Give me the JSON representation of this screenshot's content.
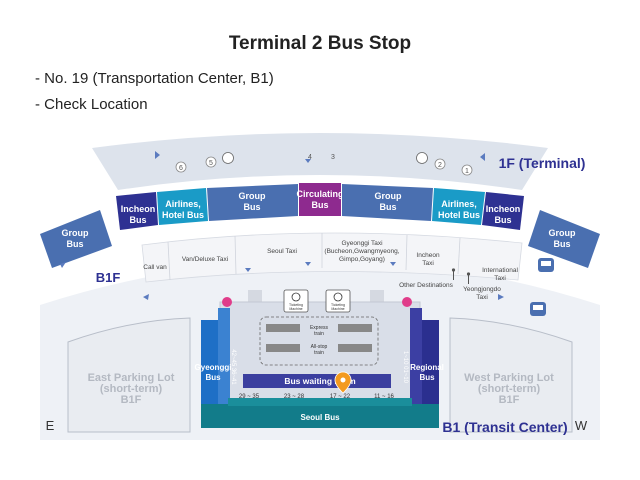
{
  "title": "Terminal 2 Bus Stop",
  "location_lines": [
    "- No. 19 (Transportation Center, B1)",
    "- Check Location"
  ],
  "floors": {
    "f1": "1F (Terminal)",
    "b1f": "B1F",
    "b1": "B1 (Transit Center)"
  },
  "compass": {
    "east": "E",
    "west": "W"
  },
  "gate_numbers": [
    "6",
    "5",
    "4",
    "3",
    "2",
    "1"
  ],
  "upper_zones": [
    {
      "id": "incheon-left",
      "line1": "Incheon",
      "line2": "Bus"
    },
    {
      "id": "airlines-left",
      "line1": "Airlines,",
      "line2": "Hotel Bus"
    },
    {
      "id": "group-left",
      "line1": "Group",
      "line2": "Bus"
    },
    {
      "id": "circulating",
      "line1": "Circulating",
      "line2": "Bus"
    },
    {
      "id": "group-right",
      "line1": "Group",
      "line2": "Bus"
    },
    {
      "id": "airlines-right",
      "line1": "Airlines,",
      "line2": "Hotel Bus"
    },
    {
      "id": "incheon-right",
      "line1": "Incheon",
      "line2": "Bus"
    }
  ],
  "side_group_bus": {
    "line1": "Group",
    "line2": "Bus"
  },
  "taxi": {
    "call_van": "Call van",
    "van_deluxe": "Van/Deluxe Taxi",
    "seoul": "Seoul Taxi",
    "gyeonggi_line1": "Gyeonggi Taxi",
    "gyeonggi_line2": "(Bucheon,Gwangmyeong,",
    "gyeonggi_line3": "Gimpo,Goyang)",
    "incheon_line1": "Incheon",
    "incheon_line2": "Taxi",
    "international_line1": "International",
    "international_line2": "Taxi",
    "other_destinations": "Other Destinations",
    "yeongjongdo_line1": "Yeongjongdo",
    "yeongjongdo_line2": "Taxi"
  },
  "parking": {
    "east_line1": "East Parking Lot",
    "east_line2": "(short-term)",
    "east_line3": "B1F",
    "west_line1": "West Parking Lot",
    "west_line2": "(short-term)",
    "west_line3": "B1F"
  },
  "transit": {
    "gyeonggi_line1": "Gyeonggi",
    "gyeonggi_line2": "Bus",
    "regional_line1": "Regional",
    "regional_line2": "Bus",
    "seoul_bus": "Seoul Bus",
    "waiting_room": "Bus waiting room",
    "express_line1": "Express",
    "express_line2": "train",
    "allstop_line1": "All-stop",
    "allstop_line2": "train",
    "ticketing_line1": "Ticketing",
    "ticketing_line2": "Machine",
    "left_platforms": "42~45  36~41",
    "right_platforms": "1~10  01~10",
    "bottom_platforms": [
      "29 ~ 35",
      "23 ~ 28",
      "17 ~ 22",
      "11 ~ 16"
    ]
  },
  "colors": {
    "navy": "#2e3192",
    "teal": "#1a9bc7",
    "purple": "#8e2a8f",
    "blue_zone": "#4a6fb0",
    "gyeonggi_blue": "#1e6fc6",
    "regional_navy": "#2b2f8f",
    "seoul_teal": "#127c8a",
    "pin_orange": "#f39a1f",
    "ticket_pink": "#e03c8a"
  }
}
